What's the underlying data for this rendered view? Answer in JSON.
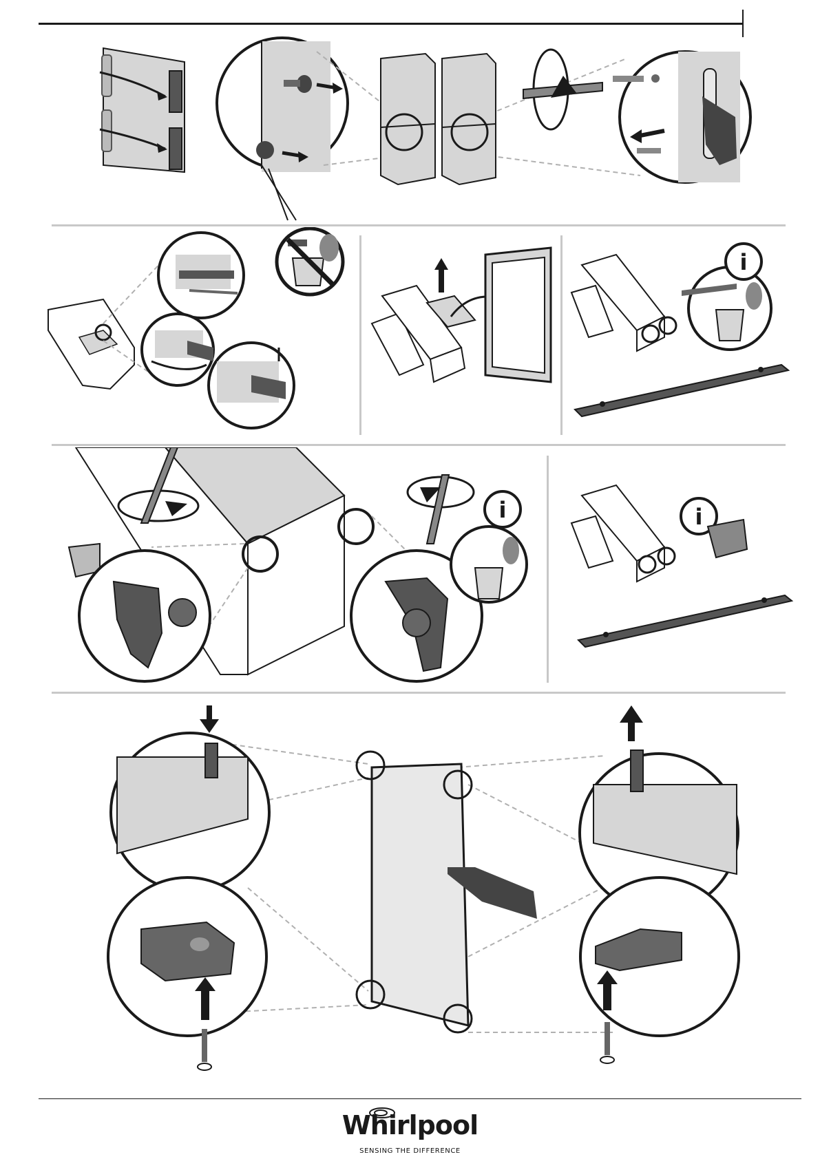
{
  "brand": {
    "name": "Whirlpool",
    "tagline": "SENSING THE DIFFERENCE"
  },
  "info_badge": "i",
  "colors": {
    "line": "#1a1a1a",
    "panel_gray": "#d6d6d6",
    "dark_part": "#555555",
    "separator": "#c8c8c8",
    "dashed_callout": "#b0b0b0"
  },
  "steps": [
    {
      "id": "step-1",
      "icons": [
        "fridge-handle-icon",
        "plug-removal-icon",
        "fridge-pair-icon",
        "screwdriver-rotate-icon",
        "handle-removal-icon"
      ]
    },
    {
      "id": "step-2",
      "icons": [
        "hinge-removal-icon",
        "no-bin-icon"
      ]
    },
    {
      "id": "step-3",
      "icons": [
        "drawer-lift-icon",
        "door-frame-icon"
      ]
    },
    {
      "id": "step-4",
      "icons": [
        "info-icon",
        "bin-icon",
        "rail-bar-icon"
      ]
    },
    {
      "id": "step-5",
      "icons": [
        "hinge-unscrew-left-icon",
        "hinge-unscrew-right-icon",
        "info-icon",
        "bin-icon"
      ]
    },
    {
      "id": "step-6",
      "icons": [
        "info-icon",
        "bag-icon",
        "rail-bar-icon"
      ]
    },
    {
      "id": "step-7",
      "icons": [
        "door-pin-insert-icon",
        "door-panel-icon",
        "door-pin-remove-icon"
      ]
    }
  ]
}
